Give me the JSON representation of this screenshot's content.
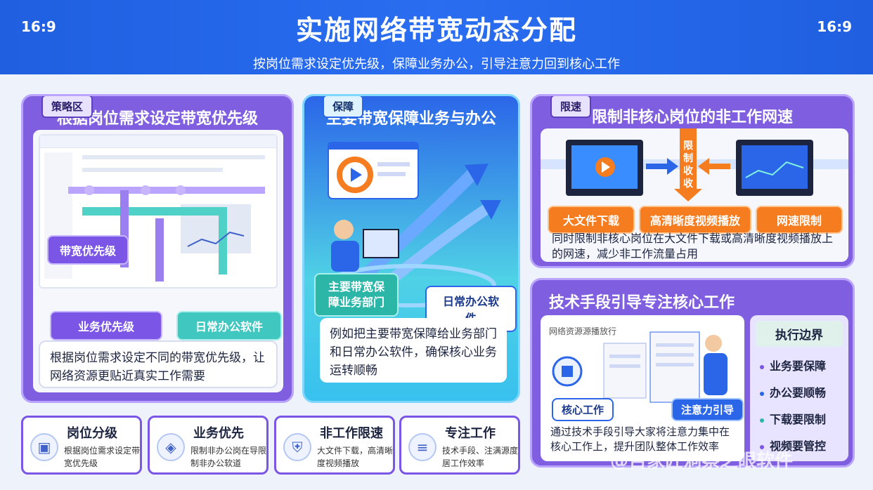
{
  "header": {
    "ratio_left": "16:9",
    "ratio_right": "16:9",
    "title": "实施网络带宽动态分配",
    "subtitle": "按岗位需求设定优先级，保障业务办公，引导注意力回到核心工作"
  },
  "panel_left": {
    "tag": "策略区",
    "title": "根据岗位需求设定带宽优先级",
    "label_bandwidth": "带宽优先级",
    "label_business": "业务优先级",
    "label_office": "日常办公软件",
    "description": "根据岗位需求设定不同的带宽优先级，让网络资源更贴近真实工作需要"
  },
  "panel_middle": {
    "tag": "保障",
    "title": "主要带宽保障业务与办公",
    "label_main": "主要带宽保障业务部门",
    "label_office": "日常办公软件",
    "description": "例如把主要带宽保障给业务部门和日常办公软件，确保核心业务运转顺畅"
  },
  "panel_right_top": {
    "tag": "限速",
    "title": "限制非核心岗位的非工作网速",
    "arrow_label": "限制收收",
    "btn_download": "大文件下载",
    "btn_video": "高清晰度视频播放",
    "btn_limit": "网速限制",
    "description": "同时限制非核心岗位在大文件下载或高清晰度视频播放上的网速，减少非工作流量占用"
  },
  "panel_right_bottom": {
    "title": "技术手段引导专注核心工作",
    "screen_title": "网络资源源播放行",
    "label_core": "核心工作",
    "label_focus": "注意力引导",
    "description": "通过技术手段引导大家将注意力集中在核心工作上，提升团队整体工作效率",
    "side_title": "执行边界",
    "side_items": [
      "业务要保障",
      "办公要顺畅",
      "下载要限制",
      "视频要管控"
    ]
  },
  "cards": [
    {
      "title": "岗位分级",
      "desc": "根据岗位需求设定带宽优先级",
      "icon": "box-icon"
    },
    {
      "title": "业务优先",
      "desc": "限制非办公岗在导限制非办公软道",
      "icon": "network-icon"
    },
    {
      "title": "非工作限速",
      "desc": "大文件下载，高清晰度视频播放",
      "icon": "shield-icon"
    },
    {
      "title": "专注工作",
      "desc": "技术手段、注满源度居工作效率",
      "icon": "document-icon"
    }
  ],
  "watermark": "@百家匠洞察之眼软件",
  "colors": {
    "header": "#1f5fe0",
    "purple": "#7f5fe0",
    "teal": "#3fc7c0",
    "orange": "#f57d1f"
  }
}
